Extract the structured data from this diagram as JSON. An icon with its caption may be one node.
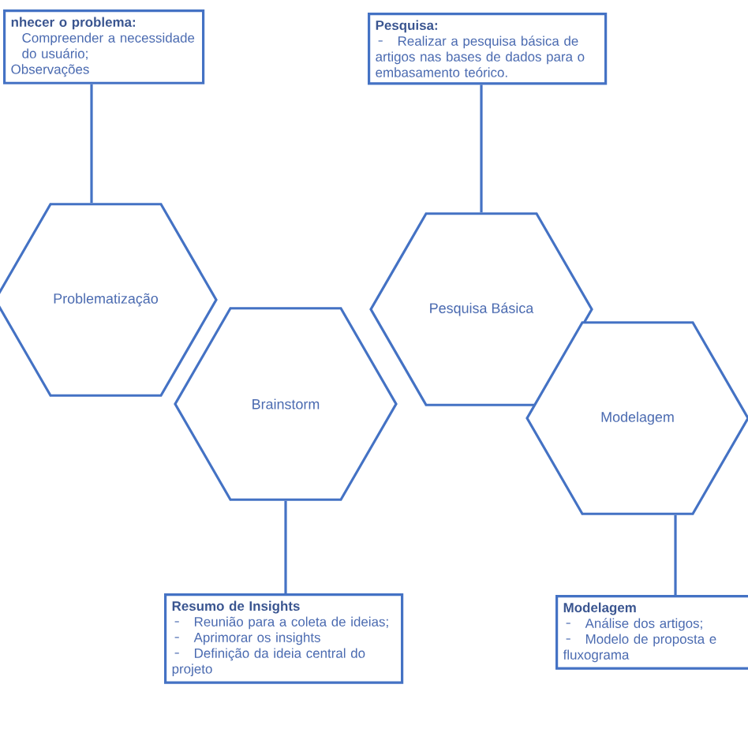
{
  "diagram": {
    "nodes": [
      {
        "text": [
          "nhecer o problema:",
          "Compreender a necessidade do usuário;",
          "Observações"
        ]
      },
      {
        "text": [
          "Pesquisa:",
          "Realizar a pesquisa básica de artigos nas bases de dados para o embasamento teórico."
        ]
      },
      {
        "text": [
          "Problematização"
        ]
      },
      {
        "text": [
          "Pesquisa Básica"
        ]
      },
      {
        "text": [
          "Brainstorm"
        ]
      },
      {
        "text": [
          "Modelagem"
        ]
      },
      {
        "text": [
          "Resumo de Insights",
          "Reunião para a coleta de ideias;",
          "Aprimorar os insights",
          "Definição da ideia central do projeto"
        ]
      },
      {
        "text": [
          "Modelagem",
          "Análise dos artigos;",
          "Modelo de proposta e fluxograma"
        ]
      }
    ],
    "edges": [
      {
        "from": 0,
        "to": 2,
        "arrow": "none"
      },
      {
        "from": 1,
        "to": 3,
        "arrow": "none"
      },
      {
        "from": 4,
        "to": 6,
        "arrow": "none"
      },
      {
        "from": 5,
        "to": 7,
        "arrow": "none"
      }
    ]
  }
}
